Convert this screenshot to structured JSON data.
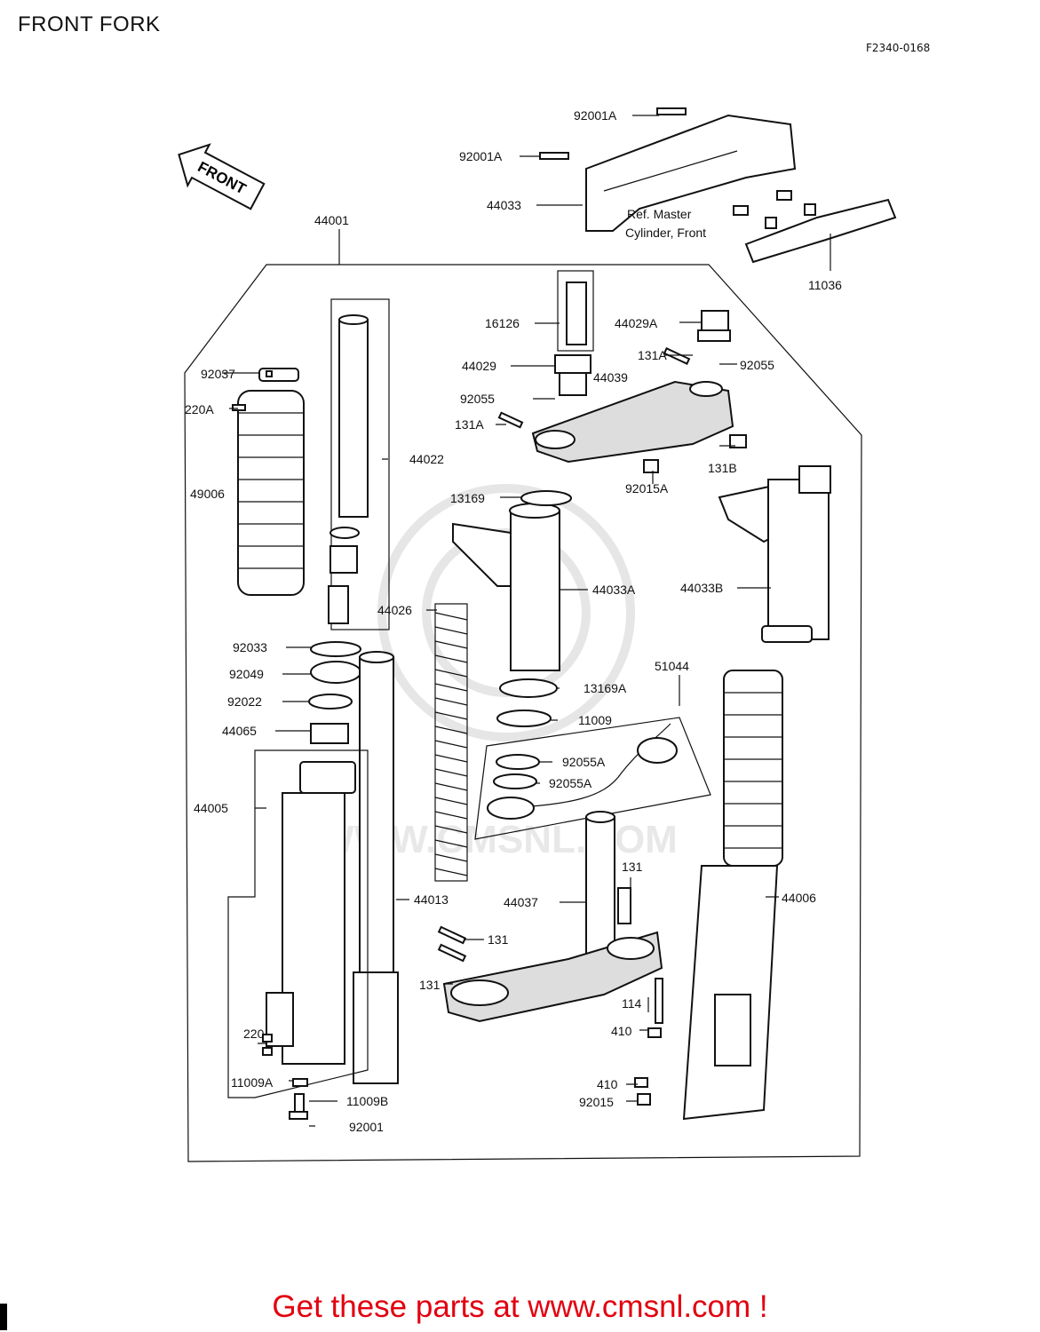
{
  "page": {
    "title": "FRONT FORK",
    "ref_code": "F2340-0168",
    "cta": "Get these parts at www.cmsnl.com !"
  },
  "diagram": {
    "front_arrow": "FRONT",
    "watermark": "WWW.CMSNL.COM",
    "note_line1": "Ref. Master",
    "note_line2": "Cylinder, Front",
    "labels": {
      "p92001A_1": "92001A",
      "p92001A_2": "92001A",
      "p44033": "44033",
      "p11036": "11036",
      "p44001": "44001",
      "p16126": "16126",
      "p44029A": "44029A",
      "p131A_1": "131A",
      "p92055_1": "92055",
      "p44029": "44029",
      "p44039": "44039",
      "p92055_2": "92055",
      "p131A_2": "131A",
      "p131B": "131B",
      "p92015A": "92015A",
      "p92037": "92037",
      "p220A": "220A",
      "p44022": "44022",
      "p49006": "49006",
      "p13169": "13169",
      "p44033A": "44033A",
      "p44033B": "44033B",
      "p44026": "44026",
      "p92033": "92033",
      "p92049": "92049",
      "p92022": "92022",
      "p44065": "44065",
      "p13169A": "13169A",
      "p11009": "11009",
      "p51044": "51044",
      "p92055A_1": "92055A",
      "p92055A_2": "92055A",
      "p44005": "44005",
      "p131_1": "131",
      "p44013": "44013",
      "p44037": "44037",
      "p44006": "44006",
      "p131_2": "131",
      "p131_3": "131",
      "p114": "114",
      "p410_1": "410",
      "p220": "220",
      "p11009A": "11009A",
      "p11009B": "11009B",
      "p410_2": "410",
      "p92015": "92015",
      "p92001": "92001"
    }
  }
}
